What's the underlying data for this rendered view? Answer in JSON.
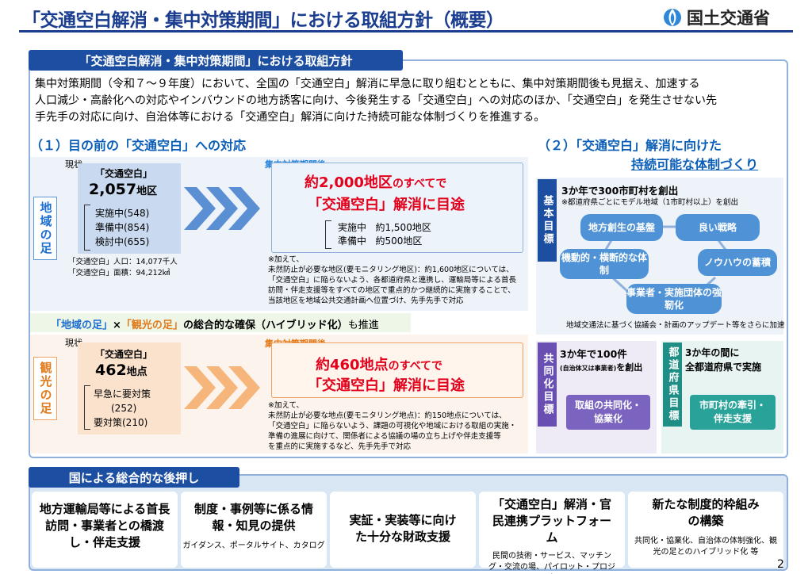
{
  "header": {
    "title": "「交通空白解消・集中対策期間」における取組方針（概要）",
    "logo_text": "国土交通省",
    "page_number": "2"
  },
  "section_main": {
    "tab_label": "「交通空白解消・集中対策期間」における取組方針",
    "intro_lines": [
      "集中対策期間（令和７～９年度）において、全国の「交通空白」解消に早急に取り組むとともに、集中対策期間後も見据え、加速する",
      "人口減少・高齢化への対応やインバウンドの地方誘客に向け、今後発生する「交通空白」への対応のほか、「交通空白」を発生させない先",
      "手先手の対応に向け、自治体等における「交通空白」解消に向けた持続可能な体制づくりを推進する。"
    ]
  },
  "part1": {
    "heading": "（１）目の前の「交通空白」への対応",
    "chiiki": {
      "side_label": "地域の足",
      "now_label": "現状",
      "kuhaku_label": "「交通空白」",
      "count_num": "2,057",
      "count_unit": "地区",
      "items": [
        "実施中(548)",
        "準備中(854)",
        "検討中(655)"
      ],
      "stats": [
        "「交通空白」人口：14,077千人",
        "「交通空白」面積：94,212㎢"
      ],
      "after_tag": "集中対策期間後",
      "goal_line1_a": "約2,000地区",
      "goal_line1_b": "のすべてで",
      "goal_line2": "「交通空白」解消に目途",
      "breakdown": [
        {
          "k": "実施中",
          "v": "約1,500地区"
        },
        {
          "k": "準備中",
          "v": "約500地区"
        }
      ],
      "notes": [
        "※加えて、",
        "未然防止が必要な地区(要モニタリング地区)：約1,600地区については、",
        "「交通空白」に陥らないよう、各都道府県と連携し、運輸局等による首長",
        "訪問・伴走支援等をすべての地区で重点的かつ継続的に実施することで、",
        "当該地区を地域公共交通計画へ位置づけ、先手先手で対応"
      ]
    },
    "hybrid": {
      "part_a": "「地域の足」",
      "x": "×",
      "part_b": "「観光の足」",
      "part_c": "の総合的な確保（ハイブリッド化）",
      "part_d": "も推進"
    },
    "kanko": {
      "side_label": "観光の足",
      "now_label": "現状",
      "kuhaku_label": "「交通空白」",
      "count_num": "462",
      "count_unit": "地点",
      "items": [
        "早急に要対策",
        "(252)",
        "要対策(210)"
      ],
      "after_tag": "集中対策期間後",
      "goal_line1_a": "約460地点",
      "goal_line1_b": "のすべてで",
      "goal_line2": "「交通空白」解消に目途",
      "notes": [
        "※加えて、",
        "未然防止が必要な地点(要モニタリング地点)：約150地点については、",
        "「交通空白」に陥らないよう、課題の可視化や地域における取組の実施・",
        "準備の進展に向けて、関係者による協議の場の立ち上げや伴走支援等",
        "を重点的に実施するなど、先手先手で対応"
      ]
    }
  },
  "part2": {
    "heading_line1": "（２）「交通空白」解消に向けた",
    "heading_line2": "持続可能な体制づくり",
    "basic": {
      "label": "基本目標",
      "headline": "3か年で300市町村を創出",
      "sub": "※都道府県ごとにモデル地域（1市町村以上）を創出",
      "ovals": [
        "地方創生の基盤",
        "良い戦略",
        "機動的・横断的な体制",
        "ノウハウの蓄積",
        "事業者・実施団体の強靭化"
      ],
      "footnote": "地域交通法に基づく協議会・計画のアップデート等をさらに加速"
    },
    "joint": {
      "label": "共同化目標",
      "headline": "3か年で100件",
      "sub_small": "(自治体又は事業者)",
      "sub_suffix": "を創出",
      "box": "取組の共同化・協業化"
    },
    "pref": {
      "label": "都道府県目標",
      "headline1": "3か年の間に",
      "headline2": "全都道府県で実施",
      "box": "市町村の牽引・伴走支援"
    }
  },
  "footer": {
    "tab_label": "国による総合的な後押し",
    "boxes": [
      {
        "title": "地方運輸局等による首長訪問・事業者との橋渡し・伴走支援",
        "sub": ""
      },
      {
        "title": "制度・事例等に係る情報・知見の提供",
        "sub": "ガイダンス、ポータルサイト、カタログ"
      },
      {
        "title": "実証・実装等に向けた十分な財政支援",
        "sub": ""
      },
      {
        "title": "「交通空白」解消・官民連携プラットフォーム",
        "sub": "民間の技術・サービス、マッチング・交流の場、パイロット・プロジェクト"
      },
      {
        "title": "新たな制度的枠組みの構築",
        "sub": "共同化・協業化、自治体の体制強化、観光の足とのハイブリッド化 等"
      }
    ]
  },
  "colors": {
    "navy": "#1c4ea1",
    "blue_accent": "#0b5fb8",
    "red": "#e3001b",
    "orange": "#f39a3d",
    "purple": "#6a4fb3",
    "light_blue": "#4f93d6"
  }
}
